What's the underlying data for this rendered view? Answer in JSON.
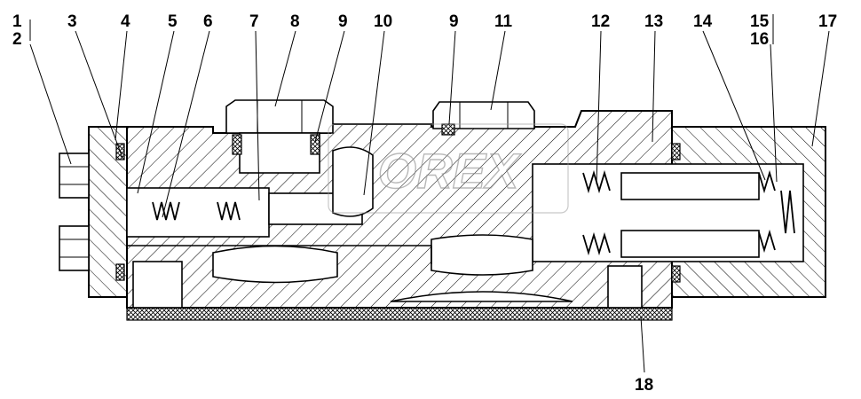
{
  "callouts": {
    "c1": "1",
    "c2": "2",
    "c3": "3",
    "c4": "4",
    "c5": "5",
    "c6": "6",
    "c7": "7",
    "c8": "8",
    "c9a": "9",
    "c10": "10",
    "c9b": "9",
    "c11": "11",
    "c12": "12",
    "c13": "13",
    "c14": "14",
    "c15": "15",
    "c16": "16",
    "c17": "17",
    "c18": "18"
  },
  "watermark": "OREX"
}
